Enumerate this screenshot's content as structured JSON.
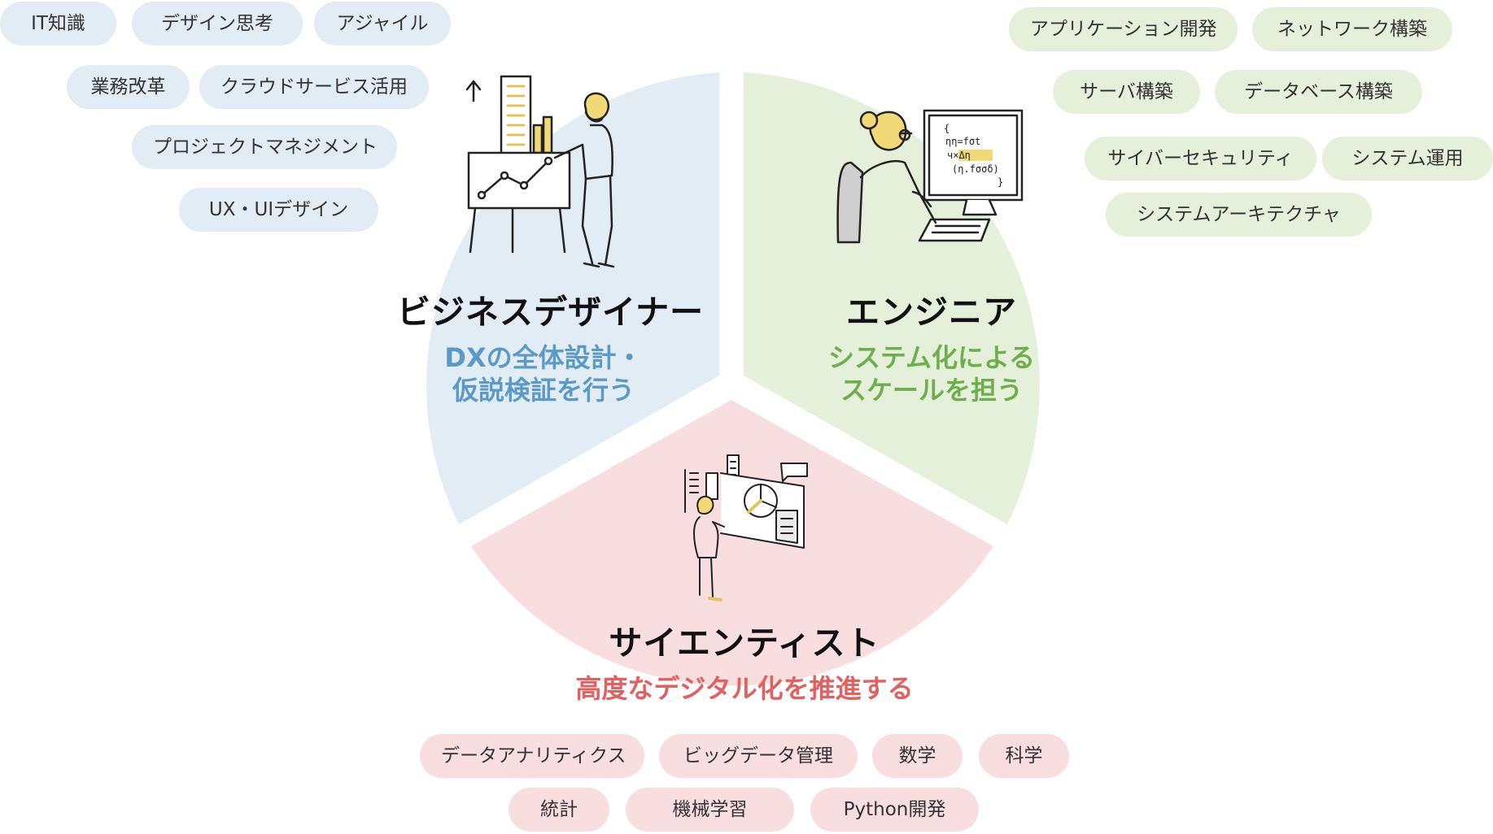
{
  "colors": {
    "blue_fill": "#e1ecf4",
    "green_fill": "#e4f0da",
    "red_fill": "#f8dede",
    "blue_text": "#5b9ac6",
    "green_text": "#6fae4c",
    "red_text": "#e16060",
    "accent_yellow": "#f2d977"
  },
  "sections": {
    "business_designer": {
      "title": "ビジネスデザイナー",
      "subtitle_line1": "DXの全体設計・",
      "subtitle_line2": "仮説検証を行う",
      "skills": [
        "IT知識",
        "デザイン思考",
        "アジャイル",
        "業務改革",
        "クラウドサービス活用",
        "プロジェクトマネジメント",
        "UX・UIデザイン"
      ],
      "illustration_icon": "person-presenting-chart-icon"
    },
    "engineer": {
      "title": "エンジニア",
      "subtitle_line1": "システム化による",
      "subtitle_line2": "スケールを担う",
      "skills": [
        "アプリケーション開発",
        "ネットワーク構築",
        "サーバ構築",
        "データベース構築",
        "サイバーセキュリティ",
        "システム運用",
        "システムアーキテクチャ"
      ],
      "illustration_icon": "person-coding-at-computer-icon",
      "monitor_code": [
        "{",
        "ηη=fσt",
        "ч×Δη",
        "(η.fσσδ)",
        "}"
      ]
    },
    "scientist": {
      "title": "サイエンティスト",
      "subtitle_line1": "高度なデジタル化を推進する",
      "skills": [
        "データアナリティクス",
        "ビッグデータ管理",
        "数学",
        "科学",
        "統計",
        "機械学習",
        "Python開発"
      ],
      "illustration_icon": "person-analyzing-data-icon"
    }
  }
}
